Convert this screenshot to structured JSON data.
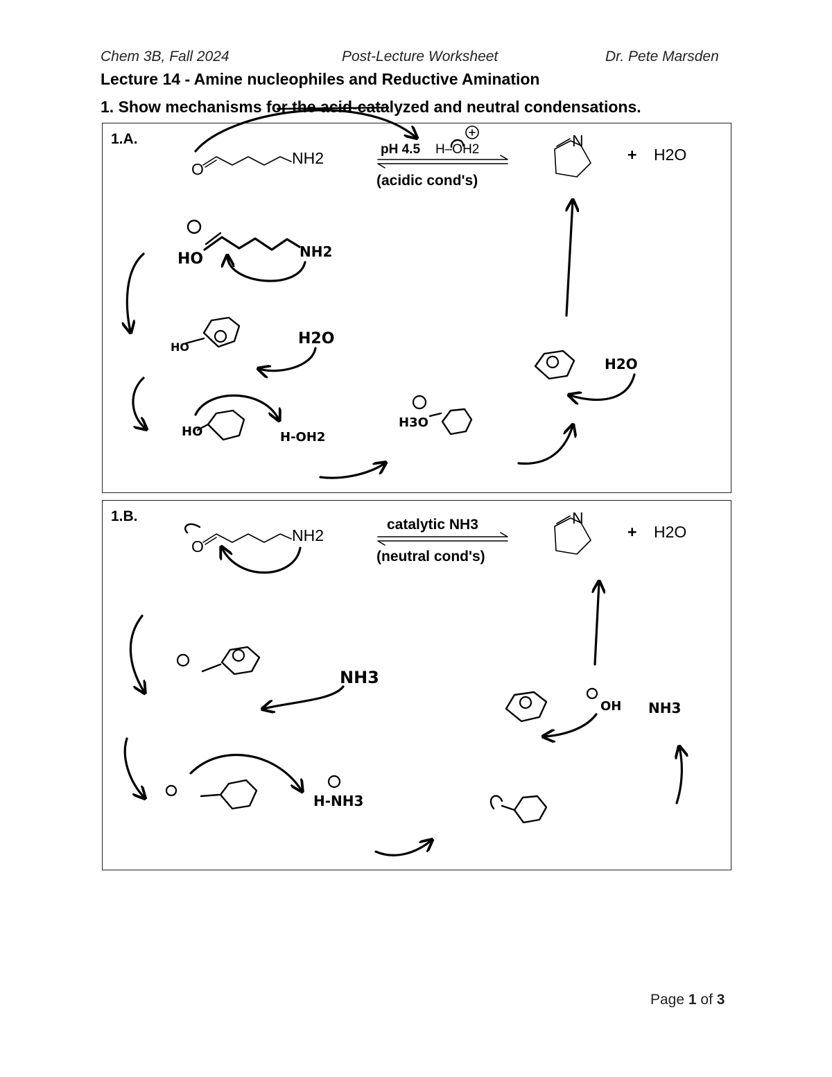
{
  "header": {
    "course": "Chem 3B, Fall 2024",
    "worksheet": "Post-Lecture Worksheet",
    "instructor": "Dr. Pete Marsden"
  },
  "lecture_title": "Lecture 14 - Amine nucleophiles and Reductive Amination",
  "question": "1. Show mechanisms for the acid-catalyzed and neutral condensations.",
  "part_a": {
    "label": "1.A.",
    "reactant_group": "NH2",
    "reactant_o": "O",
    "conditions_top": "pH 4.5",
    "reagent": "H–OH2",
    "conditions_bottom": "(acidic cond's)",
    "product_atom": "N",
    "plus": "+",
    "byproduct": "H2O",
    "handwritten": [
      "HO",
      "NH2",
      "HO",
      "H2O",
      "HO",
      "H-OH2",
      "H3O",
      "H2O"
    ]
  },
  "part_b": {
    "label": "1.B.",
    "reactant_group": "NH2",
    "reactant_o": "O",
    "conditions_top": "catalytic NH3",
    "conditions_bottom": "(neutral cond's)",
    "product_atom": "N",
    "plus": "+",
    "byproduct": "H2O",
    "handwritten": [
      "NH3",
      "H-NH3",
      "OH",
      "NH3"
    ]
  },
  "page": {
    "prefix": "Page",
    "current": "1",
    "of": "of",
    "total": "3"
  }
}
